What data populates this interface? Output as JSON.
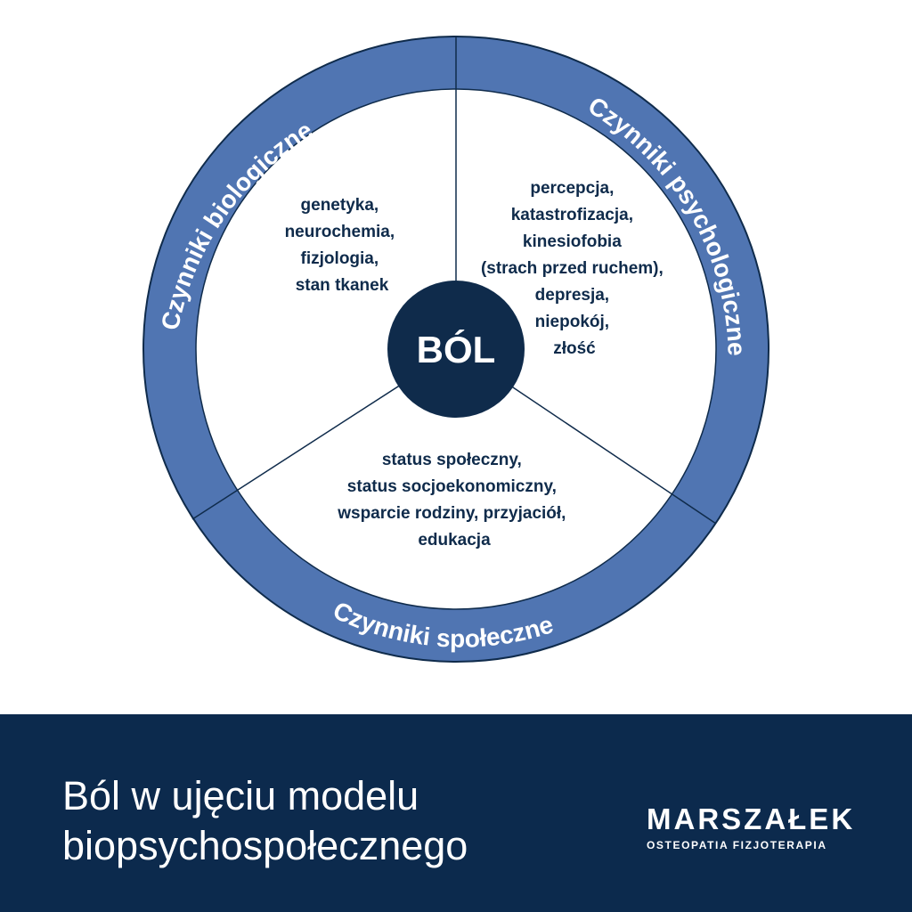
{
  "diagram": {
    "center_label": "BÓL",
    "segments": [
      {
        "ring_label": "Czynniki biologiczne",
        "items": [
          "genetyka,",
          "neurochemia,",
          "fizjologia,",
          "stan tkanek"
        ]
      },
      {
        "ring_label": "Czynniki psychologiczne",
        "items": [
          "percepcja,",
          "katastrofizacja,",
          "kinesiofobia",
          "(strach przed ruchem),",
          "depresja,",
          "niepokój,",
          "złość"
        ]
      },
      {
        "ring_label": "Czynniki społeczne",
        "items": [
          "status społeczny,",
          "status socjoekonomiczny,",
          "wsparcie rodziny, przyjaciół,",
          "edukacja"
        ]
      }
    ],
    "colors": {
      "ring": "#5075b2",
      "center": "#0f2b4b",
      "text": "#0f2b4b",
      "divider": "#0f2b4b"
    }
  },
  "footer": {
    "caption_line1": "Ból w ujęciu modelu",
    "caption_line2": "biopsychospołecznego",
    "logo_name": "MARSZAŁEK",
    "logo_tagline": "OSTEOPATIA FIZJOTERAPIA",
    "background": "#0c2a4d"
  }
}
